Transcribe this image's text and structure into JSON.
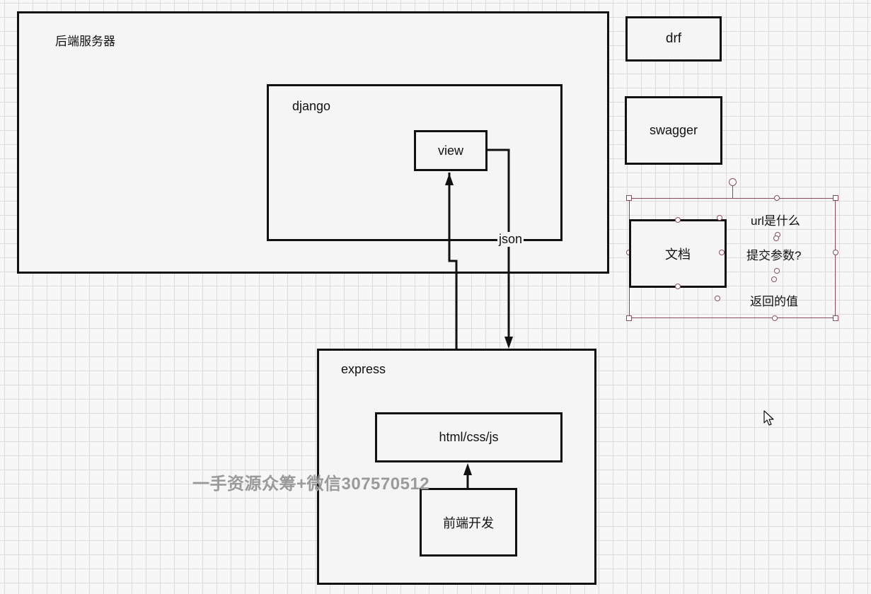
{
  "diagram": {
    "backend_server": {
      "label": "后端服务器"
    },
    "django": {
      "label": "django"
    },
    "view": {
      "label": "view"
    },
    "json_label": "json",
    "drf": {
      "label": "drf"
    },
    "swagger": {
      "label": "swagger"
    },
    "docs": {
      "label": "文档",
      "questions": [
        "url是什么",
        "提交参数?",
        "返回的值"
      ]
    },
    "express": {
      "label": "express"
    },
    "html_css_js": {
      "label": "html/css/js"
    },
    "frontend_dev": {
      "label": "前端开发"
    }
  },
  "watermark": "一手资源众筹+微信307570512",
  "colors": {
    "stroke": "#111111",
    "handle": "#8a4a5a",
    "watermark": "#9a9a9a"
  }
}
